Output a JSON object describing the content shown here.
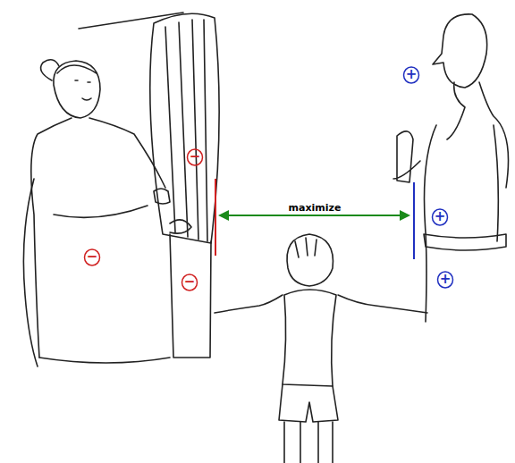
{
  "diagram": {
    "nodes": [
      {
        "text": [
          "+"
        ]
      },
      {
        "text": [
          "−"
        ]
      },
      {
        "text": [
          "+"
        ]
      },
      {
        "text": [
          "−"
        ]
      },
      {
        "text": [
          "+"
        ]
      },
      {
        "text": [
          "−"
        ]
      }
    ],
    "labels": [
      "maximize"
    ]
  }
}
